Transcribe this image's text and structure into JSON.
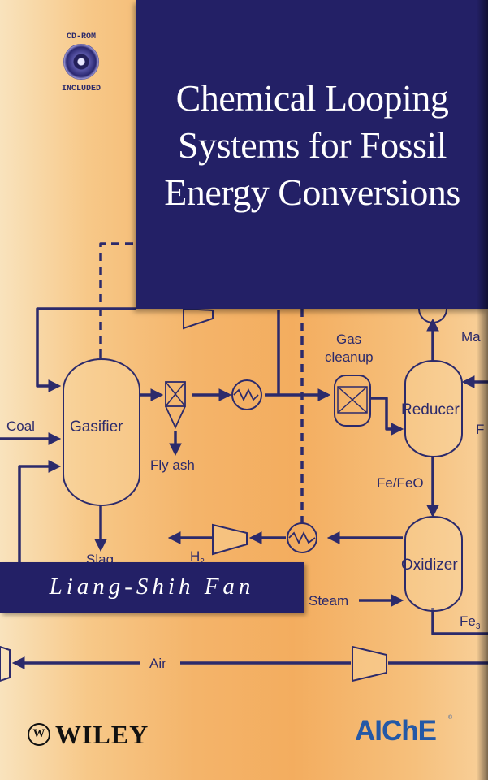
{
  "cover": {
    "title": "Chemical Looping Systems for Fossil Energy Conversions",
    "author": "Liang-Shih Fan",
    "cdrom_top": "CD-ROM",
    "cdrom_bottom": "INCLUDED",
    "publisher": "WILEY",
    "society": "AIChE",
    "trademark": "®"
  },
  "diagram": {
    "labels": {
      "coal": "Coal",
      "gasifier": "Gasifier",
      "fly_ash": "Fly ash",
      "slag": "Slag",
      "gas_cleanup_1": "Gas",
      "gas_cleanup_2": "cleanup",
      "reducer": "Reducer",
      "fe_feo": "Fe/FeO",
      "oxidizer": "Oxidizer",
      "steam": "Steam",
      "h2": "H",
      "h2_sub": "2",
      "air": "Air",
      "ma": "Ma",
      "f": "F",
      "fe3": "Fe",
      "fe3_sub": "3"
    },
    "colors": {
      "line": "#2c2a6b",
      "panel": "#232066",
      "background": "#f4b46a"
    }
  }
}
